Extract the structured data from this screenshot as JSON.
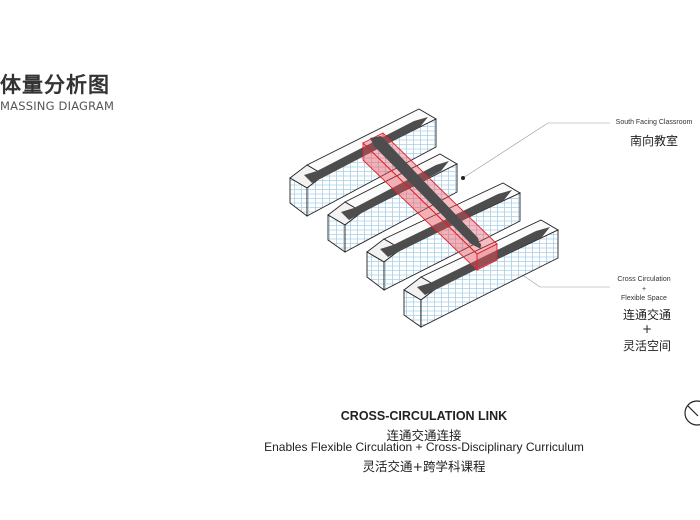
{
  "header": {
    "title_cn": "体量分析图",
    "title_en": "MASSING DIAGRAM"
  },
  "labels": {
    "south": {
      "en": "South Facing Classroom",
      "cn": "南向教室"
    },
    "cross": {
      "en_line1": "Cross Circulation",
      "en_plus": "+",
      "en_line2": "Flexible Space",
      "cn_line1": "连通交通",
      "cn_plus": "+",
      "cn_line2": "灵活空间"
    }
  },
  "caption": {
    "title": "CROSS-CIRCULATION  LINK",
    "cn_line1": "连通交通连接",
    "en_line": "Enables Flexible Circulation + Cross-Disciplinary Curriculum",
    "cn_line2": "灵活交通+跨学科课程"
  },
  "icons": {
    "corner": "compass-icon"
  },
  "colors": {
    "link_fill": "#e8505b",
    "link_stroke": "#e0202c",
    "facade": "#a9cfe6",
    "arrow": "#4d4d4d"
  }
}
